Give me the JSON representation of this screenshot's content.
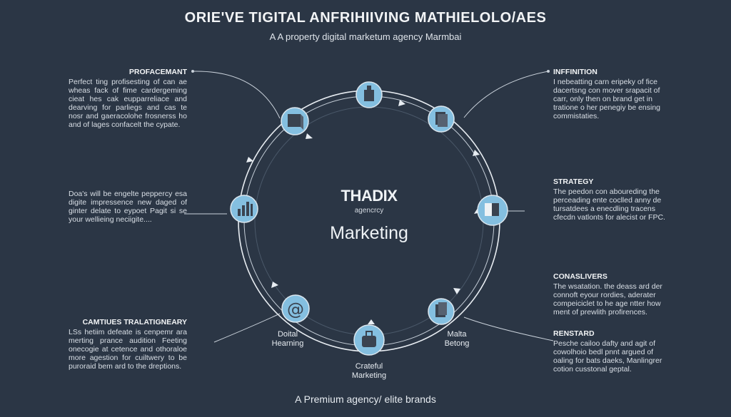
{
  "header": {
    "title": "ORIE'VE TIGITAL ANFRIHIIVING MATHIELOLO/AES",
    "subtitle": "A A property digital marketum agency Marmbai"
  },
  "center": {
    "brand": "THADIX",
    "brand_sub": "agencrcy",
    "main": "Marketing"
  },
  "nodes": [
    {
      "icon": "tower-icon"
    },
    {
      "icon": "document-icon"
    },
    {
      "icon": "book-icon"
    },
    {
      "icon": "stack-icon"
    },
    {
      "icon": "bag-icon",
      "label": "Crateful\nMarketing"
    },
    {
      "icon": "at-sign-icon",
      "label": "Doital\nHearning"
    },
    {
      "icon": "bar-chart-icon"
    },
    {
      "icon": "cube-icon"
    }
  ],
  "stack_node_label": "Malta\nBetong",
  "left_blocks": [
    {
      "heading": "PROFACEMANT",
      "text": "Perfect ting profisesting of can ae wheas fack of fime cardergeming cieat hes cak eupparreliace and dearving for parliegs and cas te nosr and gaeracolohe frosnerss ho and of lages confacelt the cypate."
    },
    {
      "heading": "",
      "text": "Doa's will be engelte peppercy esa digite impressence new daged of ginter delate to eypoet Pagit si se your wellieing neciigite...."
    },
    {
      "heading": "CAMTIUES TRALATIGNEARY",
      "text": "LSs hetiim defeate is cenpemr ara merting prance audition Feeting onecogie at cetence and othoraloe more agestion for cuiltwery to be puroraid bem ard to the dreptions."
    }
  ],
  "right_blocks": [
    {
      "heading": "INFFINITION",
      "text": "I nebeatting carn eripeky of fice dacertsng con mover srapacit of carr, only then on brand get in tratione o her penegiy be ensing commistaties."
    },
    {
      "heading": "STRATEGY",
      "text": "The peedon con aboureding the perceading ente coclled anny de tursatdees a enecdling tracens cfecdn vatlonts for alecist or FPC."
    },
    {
      "heading": "CONASLIVERS",
      "text": "The wsatation. the deass ard der connoft eyour rordies, aderater compeiciclet to he age ntter how ment of prewlith profirences."
    },
    {
      "heading": "RENSTARD",
      "text": "Pesche cailoo dafty and agit of cowolhoio bedl pnnt argued of oaling for bats daeks, Manlingrer cotion cusstonal geptal."
    }
  ],
  "footer": "A Premium agency/ elite brands",
  "colors": {
    "background": "#2b3645",
    "node_fill": "#84bfe0",
    "ring": "#e8edf2",
    "icon_dark": "#3a4350"
  }
}
